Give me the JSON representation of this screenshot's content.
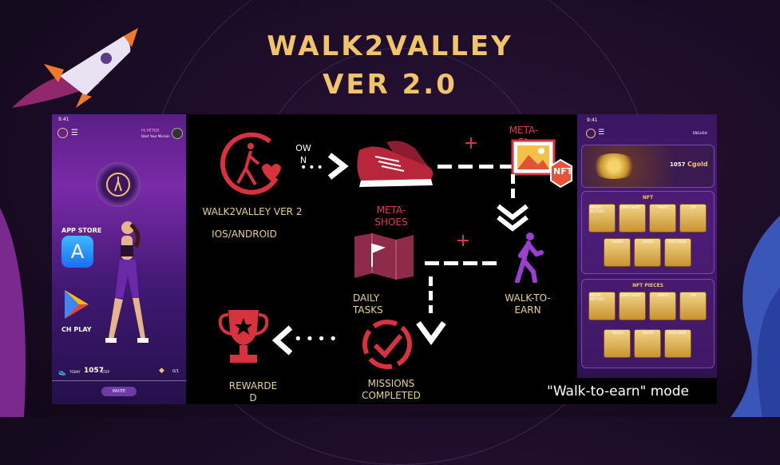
{
  "title_line1": "WALK2VALLEY",
  "title_line2": "VER 2.0",
  "left_phone": {
    "time": "9:41",
    "greeting": "Hi PETER",
    "subgreeting": "Start Your Mission",
    "app_store": "APP STORE",
    "ch_play": "CH PLAY",
    "today_label": "TODAY",
    "steps_value": "1057",
    "steps_unit": "STEP",
    "counter": "0/1",
    "invite": "INVITE"
  },
  "flow": {
    "brand_label": "WALK2VALLEY VER 2",
    "platform_label": "IOS/ANDROID",
    "own_label": "OW\nN",
    "meta_shoes": "META-\nSHOES",
    "meta_fa": "META-\nFA",
    "nft_badge": "NFT",
    "plus": "+",
    "daily_tasks": "DAILY\nTASKS",
    "walk_to_earn": "WALK-TO-\nEARN",
    "missions": "MISSIONS\nCOMPLETED",
    "rewarded": "REWARDE\nD"
  },
  "right_phone": {
    "time": "9:41",
    "language": "ENGLISH",
    "cgold_value": "1057",
    "cgold_unit": "Cgold",
    "nft_header": "NFT",
    "nft_items": [
      "WATER BOTTLES",
      "SWEATSHIRT",
      "PANTS",
      "CAP",
      "SHOES",
      "SHOES",
      "FACE MASK"
    ],
    "nft_pieces_header": "NFT PIECES",
    "piece_items": [
      "WATER BOTTLES",
      "SWEATSHIRT",
      "PANTS",
      "CAP",
      "SHOES",
      "SHOES",
      "FACE MASK"
    ]
  },
  "caption": "\"Walk-to-earn\" mode",
  "colors": {
    "gold": "#f2c46a",
    "red": "#e23a4a",
    "purple": "#9a3fd0"
  }
}
